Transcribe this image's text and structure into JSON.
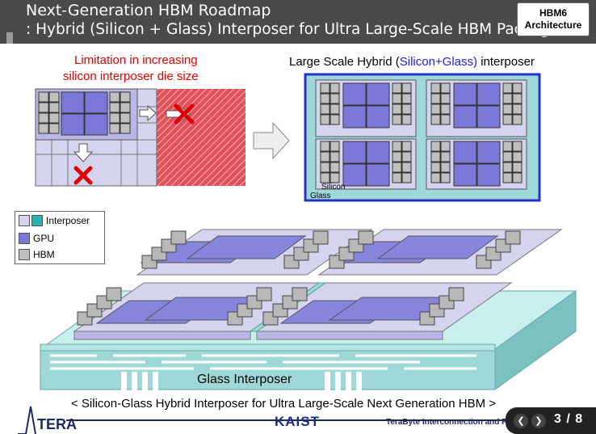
{
  "header": {
    "title_line1": "Next-Generation HBM Roadmap",
    "title_line2": ": Hybrid (Silicon + Glass) Interposer for Ultra Large-Scale HBM Package",
    "badge_line1": "HBM6",
    "badge_line2": "Architecture"
  },
  "left_panel": {
    "caption_line1": "Limitation in increasing",
    "caption_line2": "silicon interposer die size"
  },
  "right_panel": {
    "caption_pre": "Large Scale Hybrid (",
    "caption_highlight": "Silicon+Glass)",
    "caption_post": " interposer",
    "label_silicon": "Silicon",
    "label_glass": "Glass"
  },
  "legend": {
    "interposer": "Interposer",
    "gpu": "GPU",
    "hbm": "HBM"
  },
  "main_diagram": {
    "glass_interposer_label": "Glass Interposer"
  },
  "footer": {
    "caption": "< Silicon-Glass Hybrid Interposer for Ultra Large-Scale Next Generation HBM >",
    "logo_tera": "TERA",
    "logo_kaist": "KAIST",
    "lab_name": "TeraByte Interconnection and Package Laboratory",
    "page_indicator": "3 / 8"
  },
  "colors": {
    "title_bar": "#4a4a4a",
    "gpu": "#7b78d8",
    "hbm": "#c0c0c0",
    "silicon_interposer": "#d4d4ef",
    "glass_interposer": "#9fd8d8",
    "limit_red": "#e00000",
    "highlight_blue": "#2020e0"
  }
}
